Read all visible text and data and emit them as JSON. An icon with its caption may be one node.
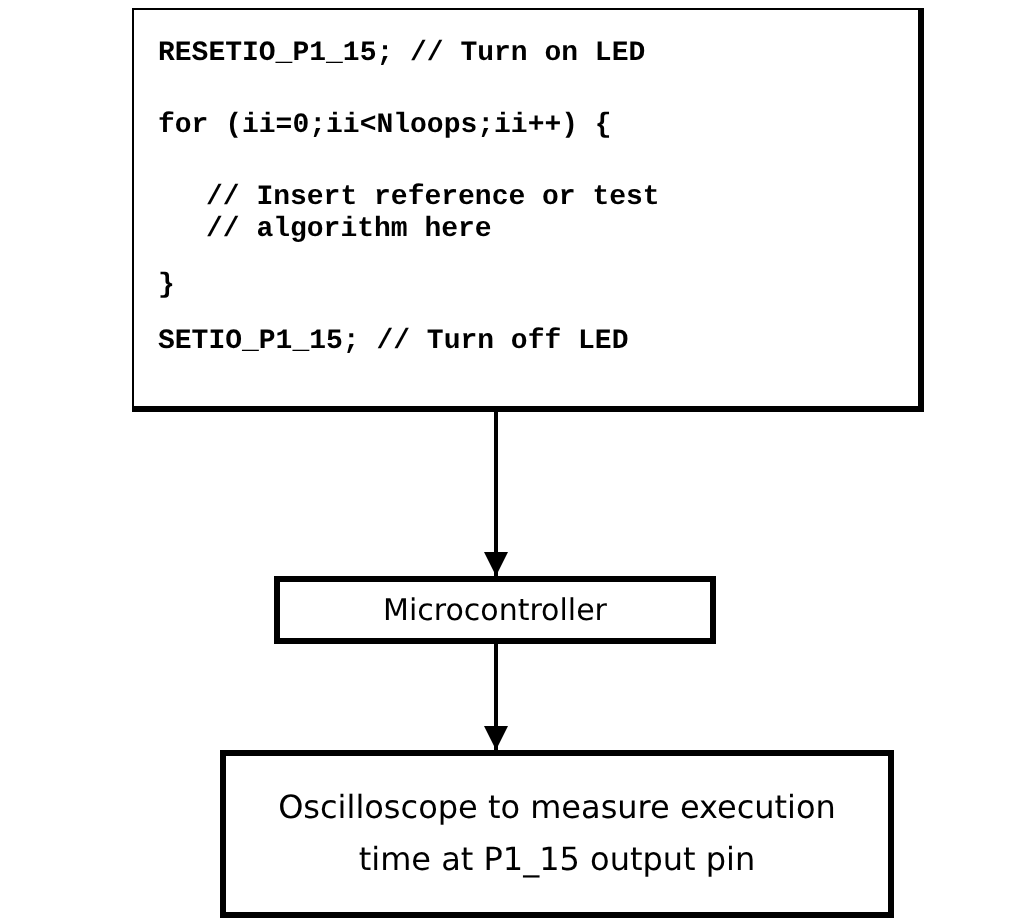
{
  "diagram": {
    "nodes": [
      {
        "text": [
          "RESETIO_P1_15; // Turn on LED",
          "for (ii=0;ii<Nloops;ii++) {",
          "// Insert reference or test // algorithm here",
          "}",
          "SETIO_P1_15; // Turn off LED"
        ]
      },
      {
        "text": [
          "Microcontroller"
        ]
      },
      {
        "text": [
          "Oscilloscope to measure execution time at P1_15 output pin"
        ]
      }
    ],
    "edges": [
      {
        "from": 0,
        "to": 1,
        "arrow": "to"
      },
      {
        "from": 1,
        "to": 2,
        "arrow": "to"
      }
    ]
  }
}
